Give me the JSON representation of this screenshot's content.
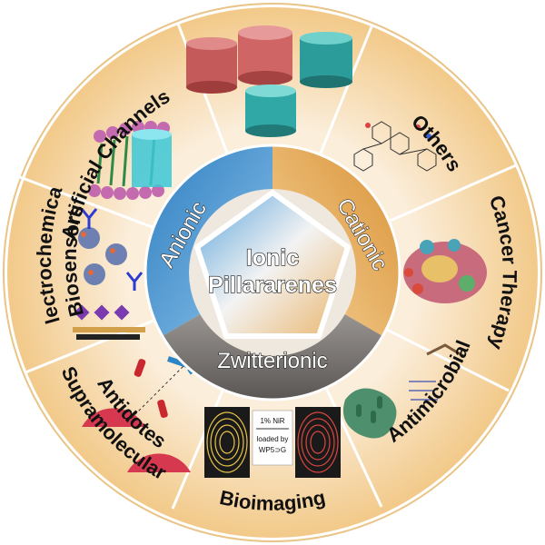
{
  "center": {
    "line1": "Ionic",
    "line2": "Pillararenes"
  },
  "classes": {
    "anionic": "Anionic",
    "cationic": "Cationic",
    "zwitterionic": "Zwitterionic"
  },
  "applications": {
    "artificial_channels": "Artificial Channels",
    "others": "Others",
    "cancer_therapy": "Cancer Therapy",
    "antimicrobial": "Antimicrobial",
    "bioimaging": "Bioimaging",
    "antidotes_line1": "Supramolecular",
    "antidotes_line2": "Antidotes",
    "biosensors_line1": "Electrochemical",
    "biosensors_line2": "Biosensors"
  },
  "bioimaging_panel": {
    "line1": "1% NiR",
    "line2": "loaded by",
    "line3": "WP5⊃G"
  },
  "colors": {
    "ring_outer": "#f6d6a3",
    "ring_inner": "#f8e3bf",
    "anionic": "#3f8fcd",
    "cationic": "#e8a94a",
    "zwitterionic": "#6e6a68",
    "center": "#ffffff"
  }
}
